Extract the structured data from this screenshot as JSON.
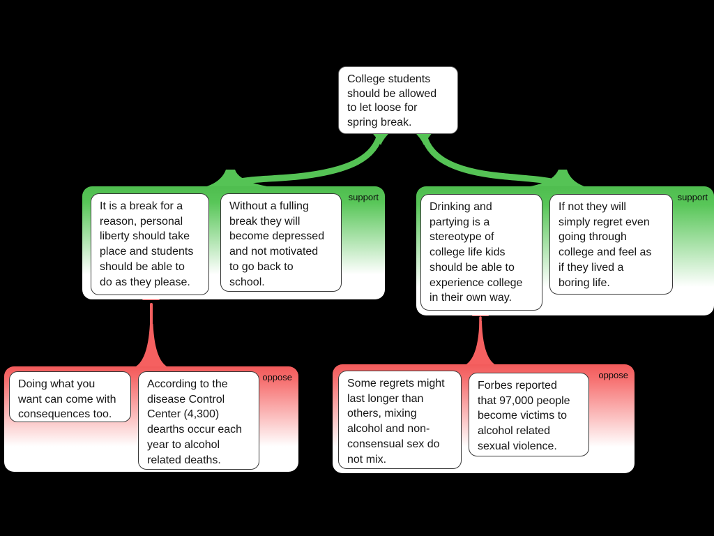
{
  "colors": {
    "background": "#000000",
    "support_green": "#55c355",
    "oppose_red": "#f56060",
    "card_background": "#ffffff",
    "card_border": "#383838",
    "text": "#161616"
  },
  "root_claim": {
    "text": "College students\nshould be allowed\nto let loose for\nspring break."
  },
  "groups": [
    {
      "id": "support-left",
      "type": "support",
      "label": "support",
      "boxes": [
        {
          "text": "It is a break for a\nreason, personal\nliberty should take\nplace and students\nshould be able to\ndo as they please."
        },
        {
          "text": "Without a fulling\nbreak they will\nbecome depressed\nand not motivated\nto go back to\nschool."
        }
      ]
    },
    {
      "id": "support-right",
      "type": "support",
      "label": "support",
      "boxes": [
        {
          "text": "Drinking and\npartying is a\nstereotype of\ncollege life kids\nshould be able to\nexperience college\nin their own way."
        },
        {
          "text": "If not they will\nsimply regret even\ngoing through\ncollege and feel as\nif they lived a\nboring life."
        }
      ]
    },
    {
      "id": "oppose-left",
      "type": "oppose",
      "label": "oppose",
      "boxes": [
        {
          "text": "Doing what you\nwant can come with\nconsequences too."
        },
        {
          "text": "According to the\ndisease Control\nCenter (4,300)\ndearths occur each\nyear to alcohol\nrelated deaths."
        }
      ]
    },
    {
      "id": "oppose-right",
      "type": "oppose",
      "label": "oppose",
      "boxes": [
        {
          "text": "Some regrets might\nlast longer than\nothers, mixing\nalcohol and non-\nconsensual sex do\nnot  mix."
        },
        {
          "text": "Forbes reported\nthat 97,000 people\nbecome victims to\nalcohol related\nsexual violence."
        }
      ]
    }
  ],
  "relations": [
    {
      "from": "root-claim",
      "to": "support-left",
      "type": "support"
    },
    {
      "from": "root-claim",
      "to": "support-right",
      "type": "support"
    },
    {
      "from": "support-left-box-1",
      "to": "oppose-left",
      "type": "oppose"
    },
    {
      "from": "support-right-box-1",
      "to": "oppose-right",
      "type": "oppose"
    }
  ]
}
